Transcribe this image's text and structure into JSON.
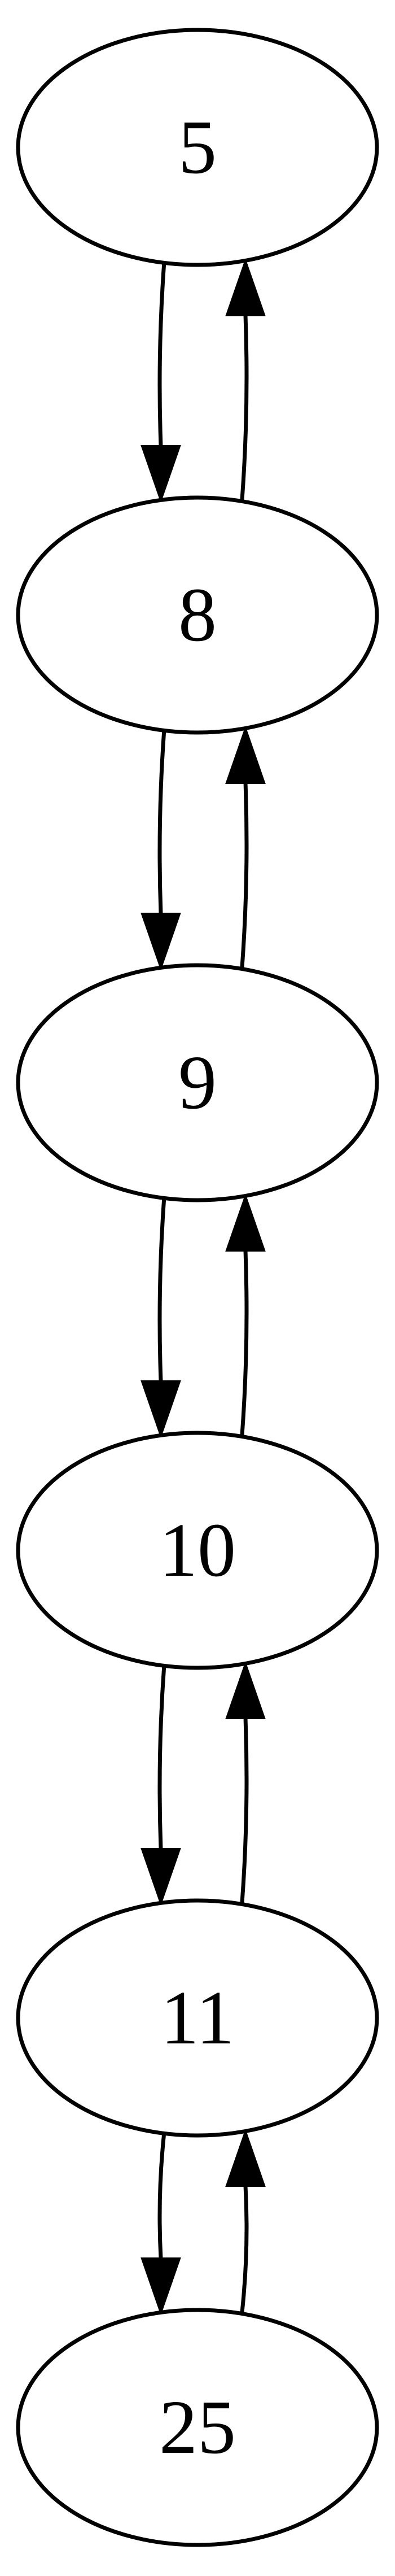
{
  "graph": {
    "nodes": [
      {
        "id": "n5",
        "label": "5"
      },
      {
        "id": "n8",
        "label": "8"
      },
      {
        "id": "n9",
        "label": "9"
      },
      {
        "id": "n10",
        "label": "10"
      },
      {
        "id": "n11",
        "label": "11"
      },
      {
        "id": "n25",
        "label": "25"
      }
    ],
    "edges": [
      {
        "from": "n5",
        "to": "n8"
      },
      {
        "from": "n8",
        "to": "n5"
      },
      {
        "from": "n8",
        "to": "n9"
      },
      {
        "from": "n9",
        "to": "n8"
      },
      {
        "from": "n9",
        "to": "n10"
      },
      {
        "from": "n10",
        "to": "n9"
      },
      {
        "from": "n10",
        "to": "n11"
      },
      {
        "from": "n11",
        "to": "n10"
      },
      {
        "from": "n11",
        "to": "n25"
      },
      {
        "from": "n25",
        "to": "n11"
      }
    ]
  }
}
